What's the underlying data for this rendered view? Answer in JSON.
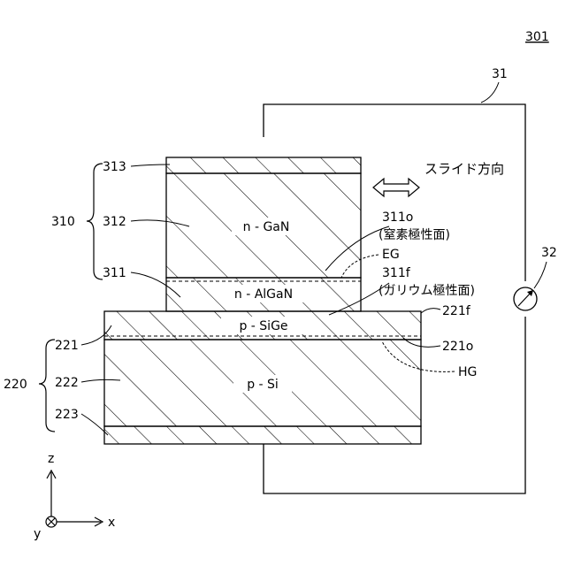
{
  "figure_ref": "301",
  "labels": {
    "circuit": "31",
    "meter": "32",
    "stack_upper": "310",
    "layer_313": "313",
    "layer_312": "312",
    "layer_311": "311",
    "stack_lower": "220",
    "layer_221": "221",
    "layer_222": "222",
    "layer_223": "223",
    "surface_311o": "311o",
    "surface_311o_desc": "(窒素極性面)",
    "eg": "EG",
    "surface_311f": "311f",
    "surface_311f_desc": "(ガリウム極性面)",
    "surface_221f": "221f",
    "surface_221o": "221o",
    "hg": "HG",
    "slide_direction": "スライド方向"
  },
  "materials": {
    "n_gan": "n - GaN",
    "n_algan": "n - AlGaN",
    "p_sige": "p - SiGe",
    "p_si": "p - Si"
  },
  "axes": {
    "z": "z",
    "x": "x",
    "y": "y"
  }
}
